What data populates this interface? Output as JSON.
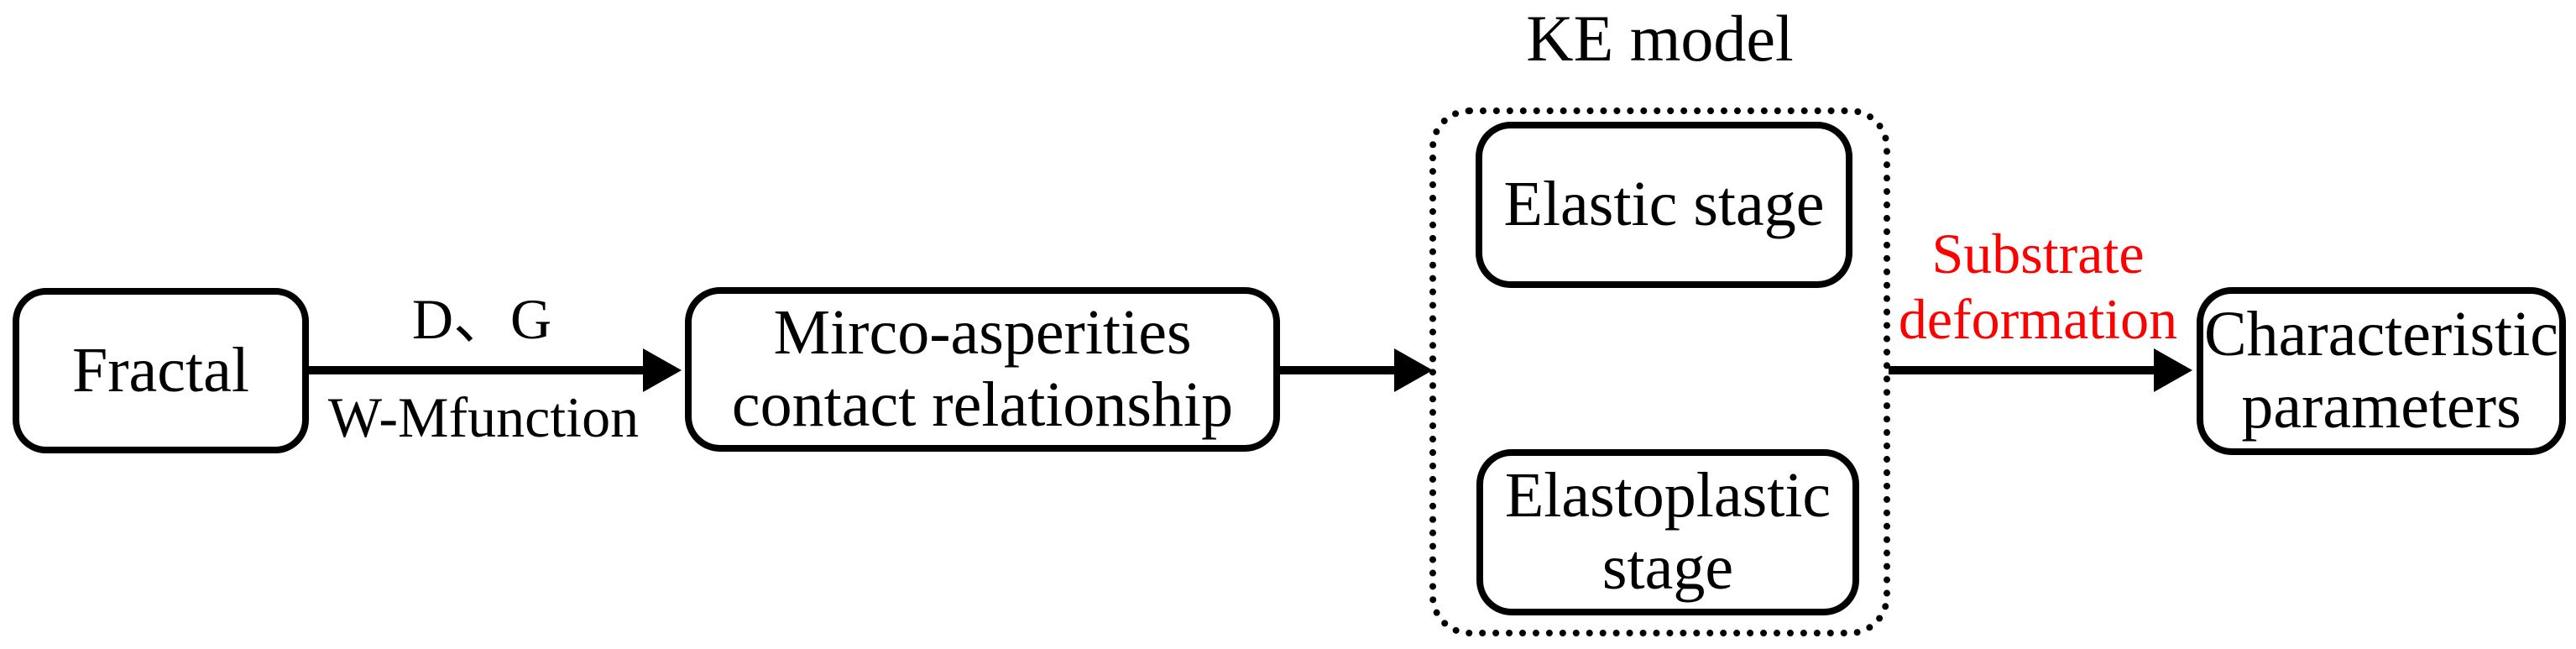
{
  "diagram": {
    "background_color": "#ffffff",
    "line_color": "#000000",
    "highlight_color": "#ff0000",
    "group": {
      "title": "KE model",
      "border_style": "dotted"
    },
    "nodes": {
      "fractal": {
        "label": "Fractal"
      },
      "micro_asperities": {
        "line1": "Mirco-asperities",
        "line2": "contact relationship"
      },
      "elastic_stage": {
        "label": "Elastic stage"
      },
      "elastoplastic_stage": {
        "line1": "Elastoplastic",
        "line2": "stage"
      },
      "characteristic_parameters": {
        "line1": "Characteristic",
        "line2": "parameters"
      }
    },
    "edge_labels": {
      "fractal_to_micro_top": "D、G",
      "fractal_to_micro_bottom": "W-Mfunction",
      "ke_to_characteristic_line1": "Substrate",
      "ke_to_characteristic_line2": "deformation"
    }
  }
}
